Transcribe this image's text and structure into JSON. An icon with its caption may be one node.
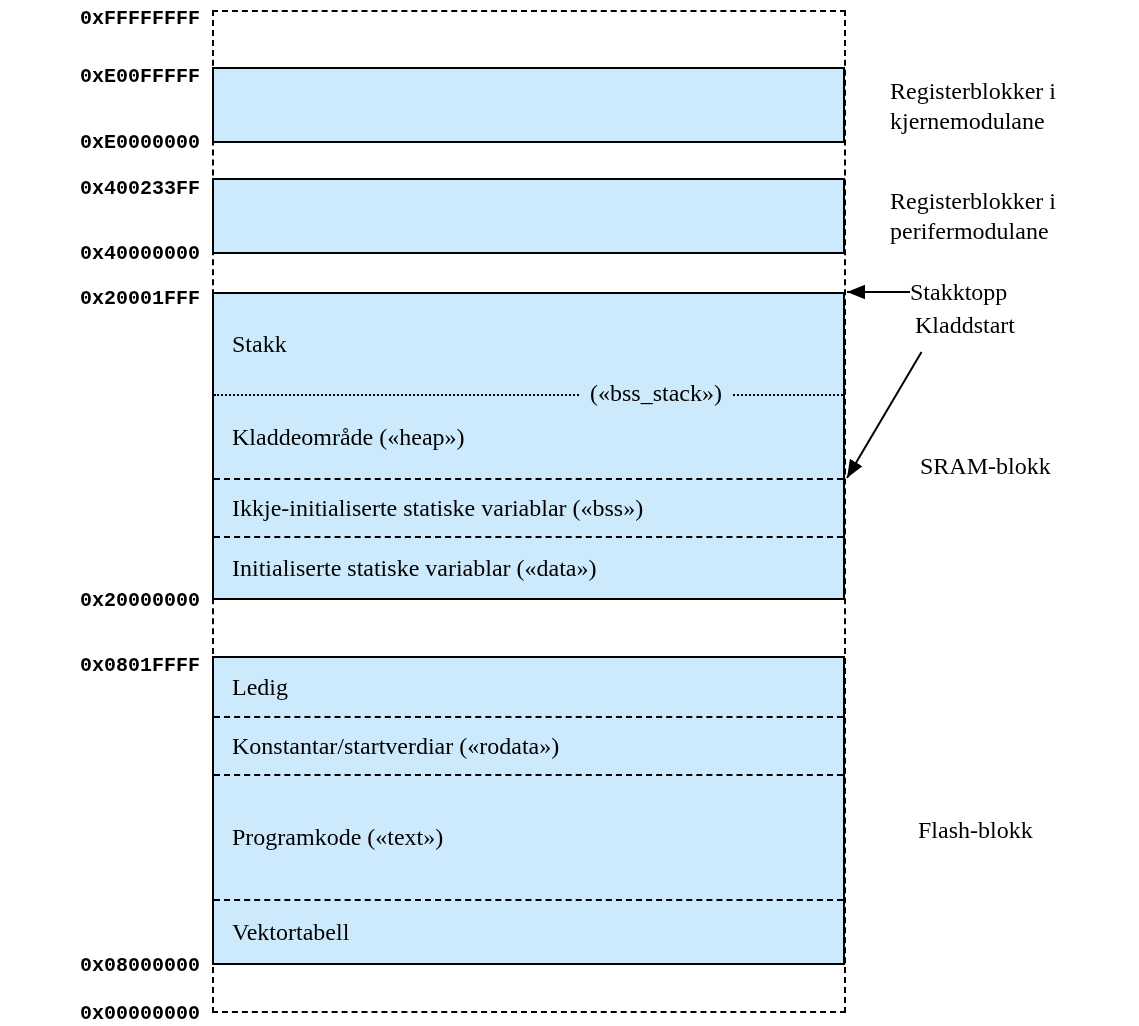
{
  "diagram": {
    "nodes": [
      {
        "text": [],
        "shape": "box",
        "beside": [
          "Registerblokker i kjernemodulane"
        ]
      },
      {
        "text": [],
        "shape": "box",
        "beside": [
          "Registerblokker i perifermodulane"
        ]
      },
      {
        "text": [],
        "shape": "box",
        "beside": [
          "SRAM-blokk"
        ]
      },
      {
        "text": [
          "Stakk"
        ],
        "in": 2
      },
      {
        "text": [
          "Kladdeområde («heap»)"
        ],
        "in": 2
      },
      {
        "text": [
          "Ikkje-initialiserte statiske variablar («bss»)"
        ],
        "in": 2
      },
      {
        "text": [
          "Initialiserte statiske variablar («data»)"
        ],
        "in": 2
      },
      {
        "text": [],
        "shape": "box",
        "beside": [
          "Flash-blokk"
        ]
      },
      {
        "text": [
          "Ledig"
        ],
        "in": 7
      },
      {
        "text": [
          "Konstantar/startverdiar («rodata»)"
        ],
        "in": 7
      },
      {
        "text": [
          "Programkode («text»)"
        ],
        "in": 7
      },
      {
        "text": [
          "Vektortabell"
        ],
        "in": 7
      },
      {
        "text": [
          "Stakktopp"
        ]
      },
      {
        "text": [
          "Kladdstart"
        ]
      }
    ],
    "edges": [
      {
        "from": 12,
        "to": 2,
        "arrow": "to"
      },
      {
        "from": 13,
        "to": 4,
        "arrow": "to"
      }
    ],
    "labels": [
      "0xFFFFFFFF",
      "0xE00FFFFF",
      "0xE0000000",
      "0x400233FF",
      "0x40000000",
      "0x20001FFF",
      "(«bss_stack»)",
      "0x20000000",
      "0x0801FFFF",
      "0x08000000",
      "0x00000000"
    ]
  }
}
